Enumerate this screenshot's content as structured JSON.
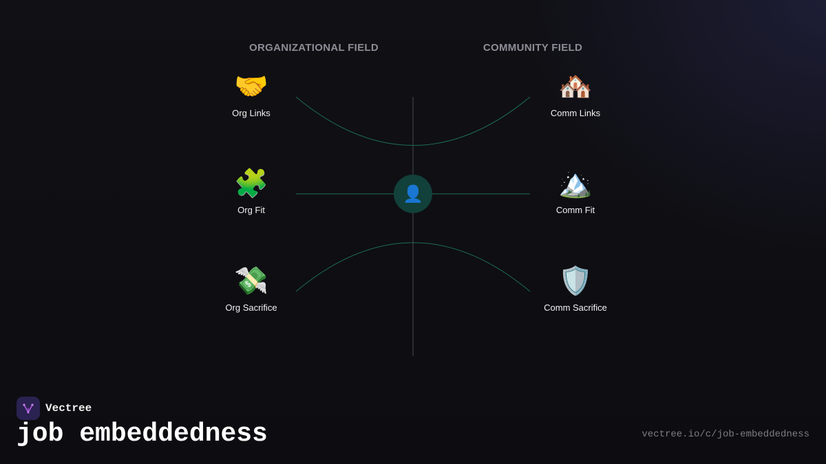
{
  "headers": {
    "org": "ORGANIZATIONAL FIELD",
    "comm": "COMMUNITY FIELD"
  },
  "nodes": {
    "org_links": {
      "icon": "🤝",
      "label": "Org Links"
    },
    "org_fit": {
      "icon": "🧩",
      "label": "Org Fit"
    },
    "org_sacrifice": {
      "icon": "💸",
      "label": "Org Sacrifice"
    },
    "comm_links": {
      "icon": "🏘️",
      "label": "Comm Links"
    },
    "comm_fit": {
      "icon": "🏔️",
      "label": "Comm Fit"
    },
    "comm_sacrifice": {
      "icon": "🛡️",
      "label": "Comm Sacrifice"
    }
  },
  "center": {
    "icon": "👤"
  },
  "colors": {
    "connector": "#1f6b58",
    "axis": "#4a4a52",
    "center_fill": "#12403a",
    "brand_logo": "#2a2250",
    "brand_accent": "#b05ae0"
  },
  "footer": {
    "brand": "Vectree",
    "title": "job embeddedness",
    "url": "vectree.io/c/job-embeddedness"
  }
}
